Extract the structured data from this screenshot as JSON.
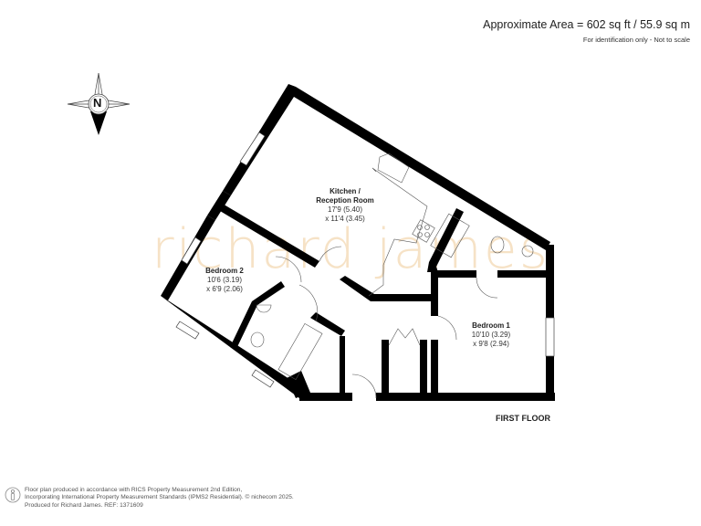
{
  "header": {
    "area_text": "Approximate Area = 602 sq ft / 55.9 sq m",
    "disclaimer": "For identification only - Not to scale"
  },
  "compass": {
    "label": "N"
  },
  "watermark": {
    "text": "richard james",
    "color": "#f3d9b4"
  },
  "rooms": [
    {
      "name": "Kitchen /",
      "name2": "Reception Room",
      "dim1": "17'9 (5.40)",
      "dim2": "x 11'4 (3.45)"
    },
    {
      "name": "Bedroom 2",
      "dim1": "10'6 (3.19)",
      "dim2": "x 6'9 (2.06)"
    },
    {
      "name": "Bedroom 1",
      "dim1": "10'10 (3.29)",
      "dim2": "x 9'8 (2.94)"
    }
  ],
  "floor": {
    "label": "FIRST FLOOR"
  },
  "footer": {
    "line1": "Floor plan produced in accordance with RICS Property Measurement 2nd Edition,",
    "line2": "Incorporating International Property Measurement Standards (IPMS2 Residential).   © nichecom 2025.",
    "line3": "Produced for Richard James.   REF:  1371609",
    "icon": "person-info-icon"
  },
  "colors": {
    "wall": "#000000",
    "fixture_line": "#555555",
    "text": "#222222"
  }
}
